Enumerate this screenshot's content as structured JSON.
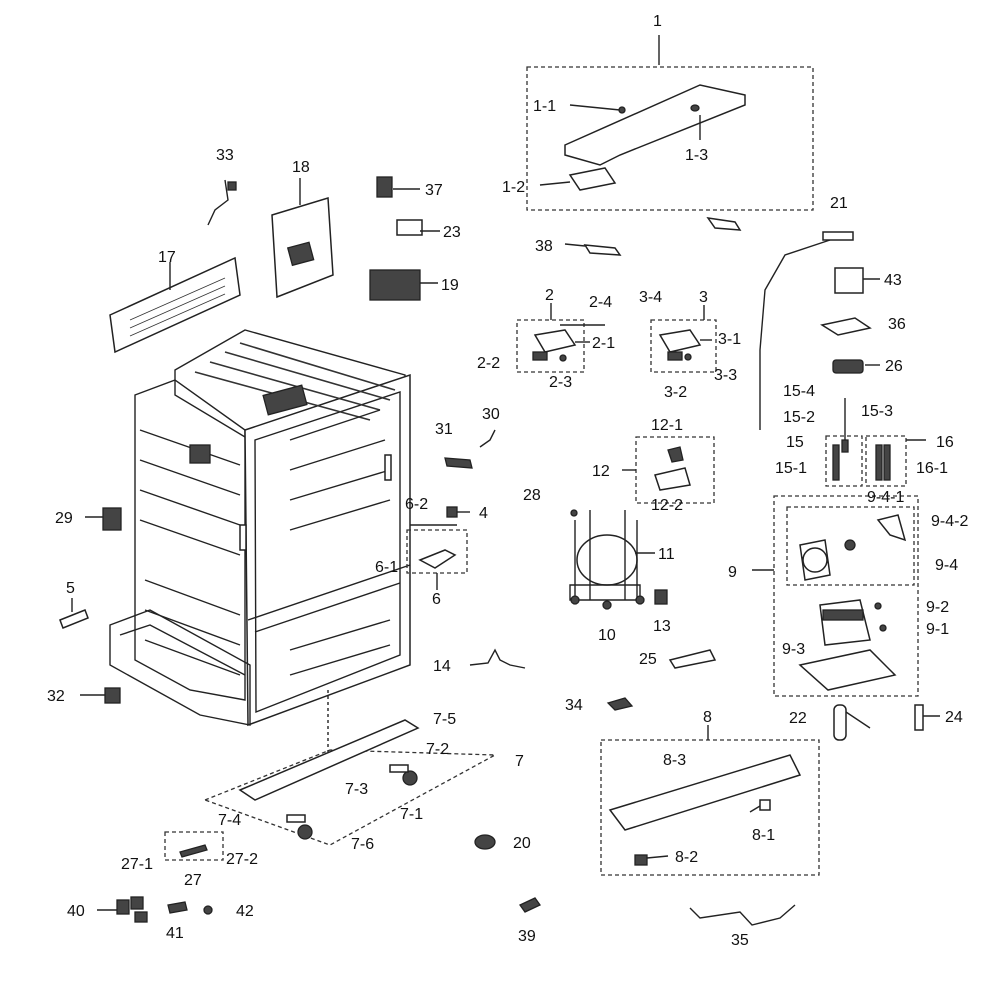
{
  "labels": {
    "l1": "1",
    "l1_1": "1-1",
    "l1_2": "1-2",
    "l1_3": "1-3",
    "l2": "2",
    "l2_1": "2-1",
    "l2_2": "2-2",
    "l2_3": "2-3",
    "l2_4": "2-4",
    "l3": "3",
    "l3_1": "3-1",
    "l3_2": "3-2",
    "l3_3": "3-3",
    "l3_4": "3-4",
    "l4": "4",
    "l5": "5",
    "l6": "6",
    "l6_1": "6-1",
    "l6_2": "6-2",
    "l7": "7",
    "l7_1": "7-1",
    "l7_2": "7-2",
    "l7_3": "7-3",
    "l7_4": "7-4",
    "l7_5": "7-5",
    "l7_6": "7-6",
    "l8": "8",
    "l8_1": "8-1",
    "l8_2": "8-2",
    "l8_3": "8-3",
    "l9": "9",
    "l9_1": "9-1",
    "l9_2": "9-2",
    "l9_3": "9-3",
    "l9_4": "9-4",
    "l9_4_1": "9-4-1",
    "l9_4_2": "9-4-2",
    "l10": "10",
    "l11": "11",
    "l12": "12",
    "l12_1": "12-1",
    "l12_2": "12-2",
    "l13": "13",
    "l14": "14",
    "l15": "15",
    "l15_1": "15-1",
    "l15_2": "15-2",
    "l15_3": "15-3",
    "l15_4": "15-4",
    "l16": "16",
    "l16_1": "16-1",
    "l17": "17",
    "l18": "18",
    "l19": "19",
    "l20": "20",
    "l21": "21",
    "l22": "22",
    "l23": "23",
    "l24": "24",
    "l25": "25",
    "l26": "26",
    "l27": "27",
    "l27_1": "27-1",
    "l27_2": "27-2",
    "l28": "28",
    "l29": "29",
    "l30": "30",
    "l31": "31",
    "l32": "32",
    "l33": "33",
    "l34": "34",
    "l35": "35",
    "l36": "36",
    "l37": "37",
    "l38": "38",
    "l39": "39",
    "l40": "40",
    "l41": "41",
    "l42": "42",
    "l43": "43"
  }
}
